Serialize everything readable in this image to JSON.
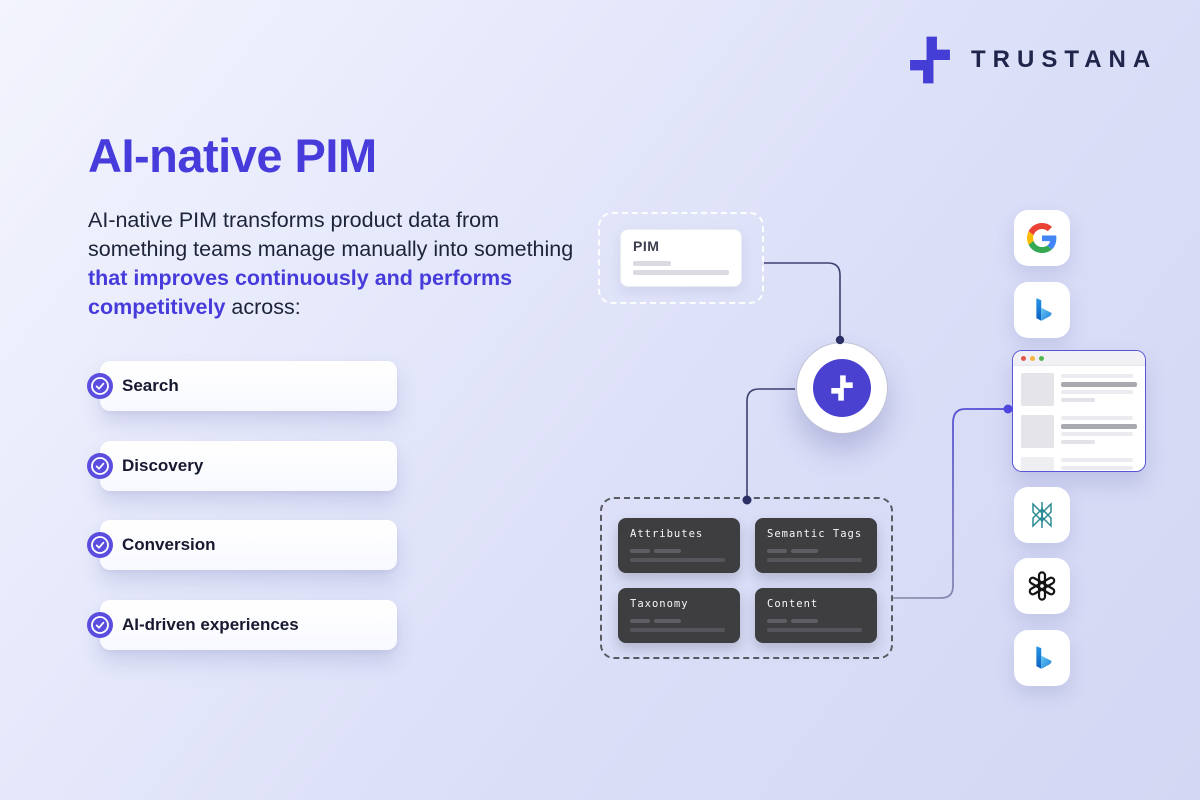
{
  "brand": {
    "wordmark": "TRUSTANA"
  },
  "hero": {
    "title": "AI-native PIM",
    "intro": {
      "pre": "AI-native PIM transforms product data from something teams manage manually into something ",
      "highlight": "that improves continuously and performs competitively",
      "post": " across:"
    }
  },
  "checklist": [
    {
      "label": "Search",
      "icon": "check-circle-icon"
    },
    {
      "label": "Discovery",
      "icon": "check-circle-icon"
    },
    {
      "label": "Conversion",
      "icon": "check-circle-icon"
    },
    {
      "label": "AI-driven experiences",
      "icon": "check-circle-icon"
    }
  ],
  "diagram": {
    "pim": {
      "label": "PIM"
    },
    "plus_node": {
      "icon": "trustana-plus-icon"
    },
    "modules": [
      {
        "label": "Attributes"
      },
      {
        "label": "Semantic Tags"
      },
      {
        "label": "Taxonomy"
      },
      {
        "label": "Content"
      }
    ],
    "channels": [
      {
        "icon": "google-icon"
      },
      {
        "icon": "bing-icon"
      },
      {
        "icon": "search-results-window"
      },
      {
        "icon": "perplexity-icon"
      },
      {
        "icon": "openai-icon"
      },
      {
        "icon": "bing-icon"
      }
    ]
  },
  "colors": {
    "accent": "#473cdb",
    "text": "#1d2338",
    "check_badge": "#5b4ede",
    "plus_disc": "#4a41d0",
    "module_bg": "#3e3e41",
    "wire_navy": "#3c4070",
    "wire_purple": "#5149d9",
    "traffic_red": "#e0574e",
    "traffic_yellow": "#f2b63e",
    "traffic_green": "#57b54e"
  }
}
